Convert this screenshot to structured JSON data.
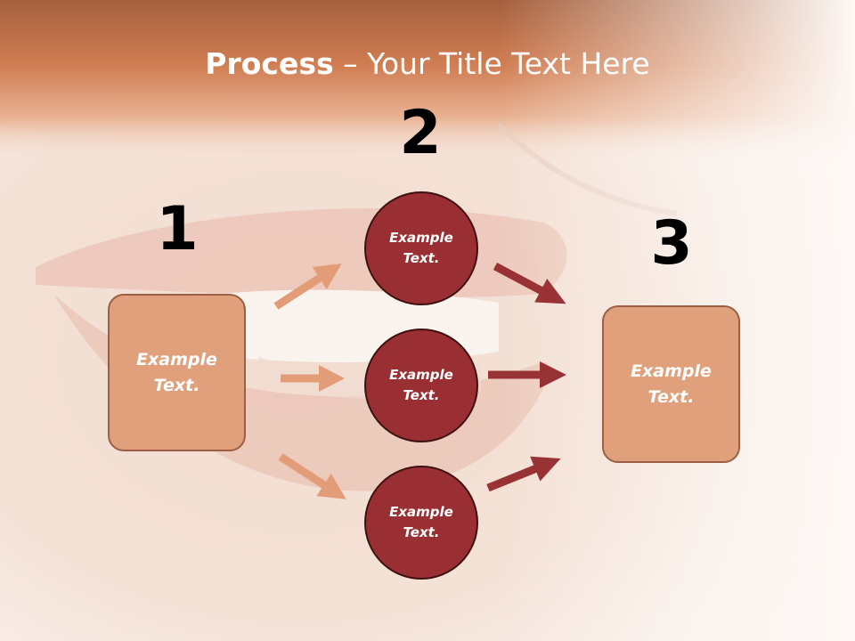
{
  "title": {
    "bold": "Process",
    "rest": " – Your Title Text Here"
  },
  "steps": [
    {
      "number": "1",
      "text": "Example Text."
    },
    {
      "number": "2",
      "items": [
        "Example Text.",
        "Example Text.",
        "Example Text."
      ]
    },
    {
      "number": "3",
      "text": "Example Text."
    }
  ],
  "colors": {
    "header": "#d07d52",
    "box_fill": "#e0a07c",
    "box_border": "#9c5e44",
    "circle_fill": "#9a2f33",
    "arrow_light": "#e39c78",
    "arrow_dark": "#983235"
  }
}
